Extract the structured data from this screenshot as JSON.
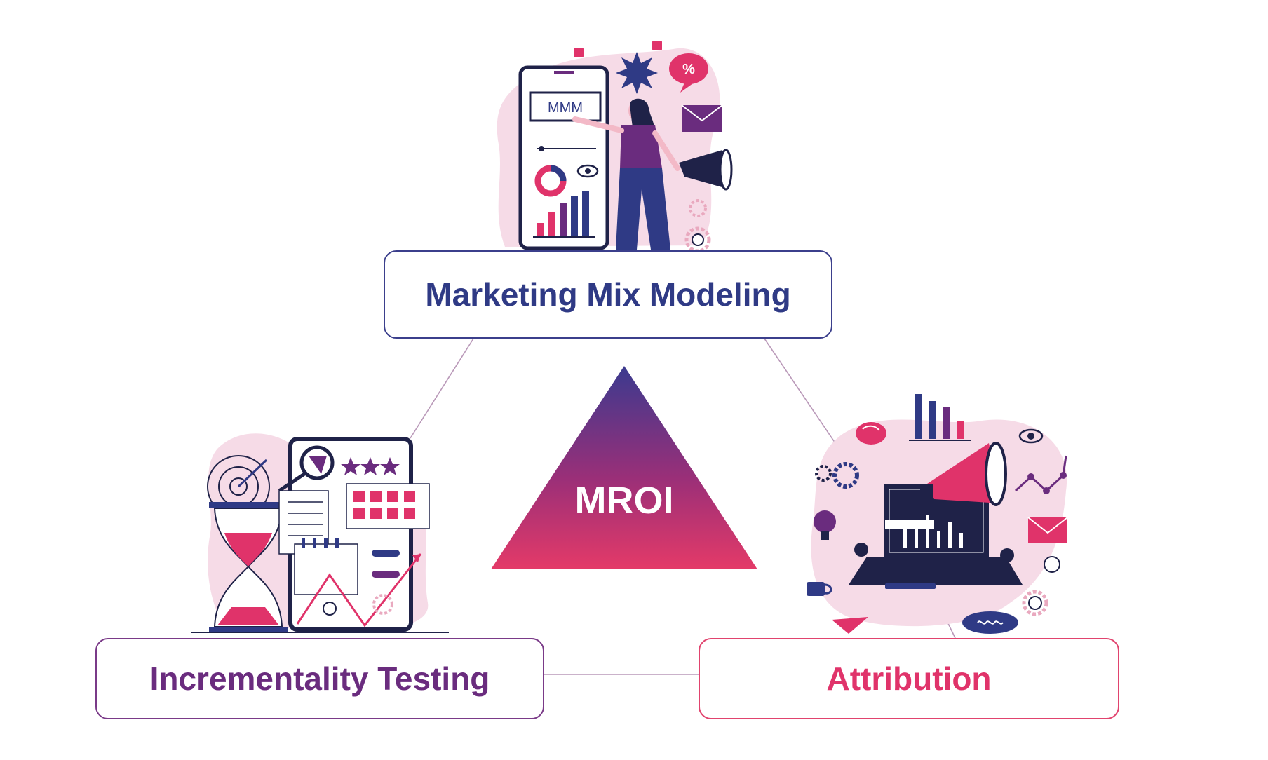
{
  "center": {
    "label": "MROI"
  },
  "nodes": {
    "top": {
      "label": "Marketing Mix Modeling",
      "screen_text": "MMM"
    },
    "left": {
      "label": "Incrementality Testing"
    },
    "right": {
      "label": "Attribution"
    }
  },
  "colors": {
    "navy": "#2f3a85",
    "purple": "#6a2c7e",
    "pink": "#e0336a",
    "blob": "#f6dbe7",
    "line": "#b998b8"
  },
  "icons": [
    "phone-chart-illustration",
    "person-presenting-illustration",
    "megaphone-icon",
    "hourglass-icon",
    "target-icon",
    "laptop-icon",
    "envelope-icon",
    "gear-icon",
    "lightbulb-icon",
    "brain-icon",
    "eye-icon",
    "coffee-cup-icon"
  ]
}
